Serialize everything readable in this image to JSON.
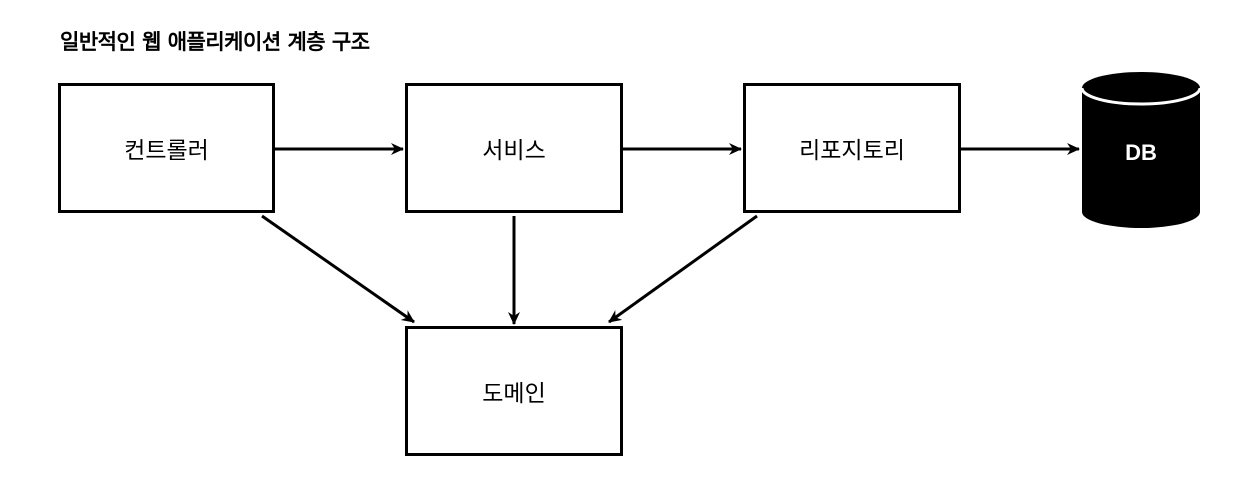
{
  "title": "일반적인 웹 애플리케이션 계층 구조",
  "nodes": {
    "controller": "컨트롤러",
    "service": "서비스",
    "repository": "리포지토리",
    "domain": "도메인",
    "database": "DB"
  },
  "edges": [
    {
      "from": "controller",
      "to": "service"
    },
    {
      "from": "service",
      "to": "repository"
    },
    {
      "from": "repository",
      "to": "database"
    },
    {
      "from": "controller",
      "to": "domain"
    },
    {
      "from": "service",
      "to": "domain"
    },
    {
      "from": "repository",
      "to": "domain"
    }
  ],
  "colors": {
    "stroke": "#000000",
    "database_fill": "#000000",
    "database_text": "#ffffff"
  }
}
